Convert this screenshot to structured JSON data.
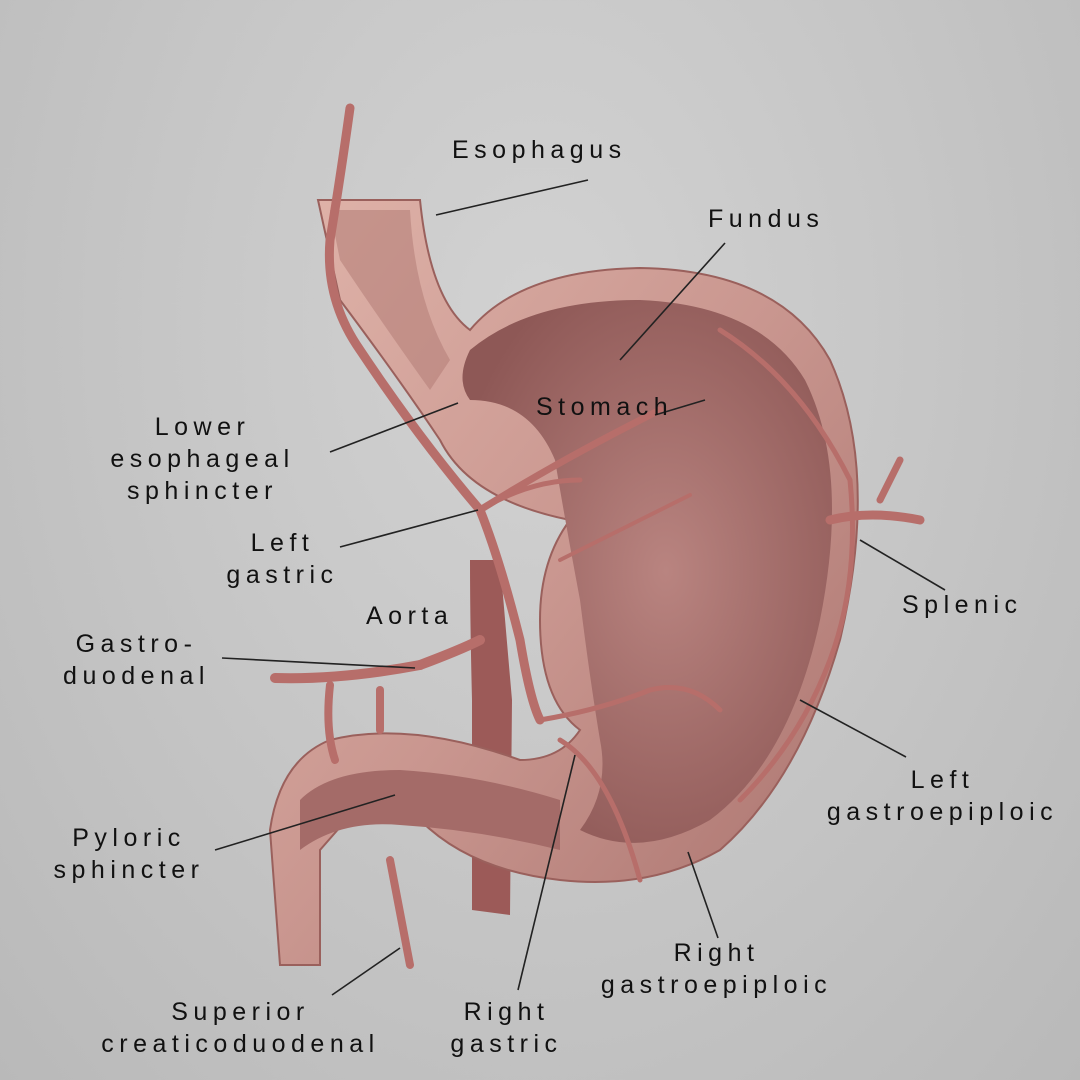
{
  "title": "Stomach anatomy with arterial supply",
  "colors": {
    "background": "#c8c8c8",
    "tissue": "#c9968f",
    "tissue_inner": "#a86e6b",
    "vessel": "#b76e6a",
    "label_text": "#111111",
    "leader_line": "#222222"
  },
  "labels": {
    "esophagus": {
      "line1": "Esophagus"
    },
    "fundus": {
      "line1": "Fundus"
    },
    "stomach": {
      "line1": "Stomach"
    },
    "lower_esophageal_sphincter": {
      "line1": "Lower",
      "line2": "esophageal",
      "line3": "sphincter"
    },
    "left_gastric": {
      "line1": "Left",
      "line2": "gastric"
    },
    "aorta": {
      "line1": "Aorta"
    },
    "gastroduodenal": {
      "line1": "Gastro-",
      "line2": "duodenal"
    },
    "splenic": {
      "line1": "Splenic"
    },
    "left_gastroepiploic": {
      "line1": "Left",
      "line2": "gastroepiploic"
    },
    "pyloric_sphincter": {
      "line1": "Pyloric",
      "line2": "sphincter"
    },
    "right_gastroepiploic": {
      "line1": "Right",
      "line2": "gastroepiploic"
    },
    "superior_pancreaticoduodenal": {
      "line1": "Superior",
      "line2": "creaticoduodenal"
    },
    "right_gastric": {
      "line1": "Right",
      "line2": "gastric"
    }
  }
}
